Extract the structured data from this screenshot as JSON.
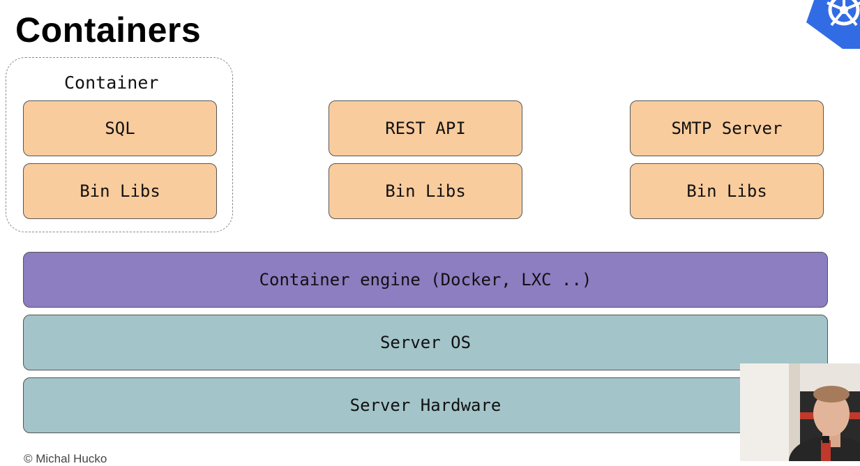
{
  "title": "Containers",
  "container_label": "Container",
  "columns": [
    {
      "app": "SQL",
      "libs": "Bin Libs"
    },
    {
      "app": "REST API",
      "libs": "Bin Libs"
    },
    {
      "app": "SMTP Server",
      "libs": "Bin Libs"
    }
  ],
  "layers": {
    "engine": "Container engine (Docker, LXC ..)",
    "os": "Server OS",
    "hardware": "Server Hardware"
  },
  "copyright": "© Michal Hucko",
  "colors": {
    "app": "#f9cc9d",
    "engine": "#8d7dc1",
    "os": "#a3c4c9",
    "logo": "#326ce5"
  }
}
